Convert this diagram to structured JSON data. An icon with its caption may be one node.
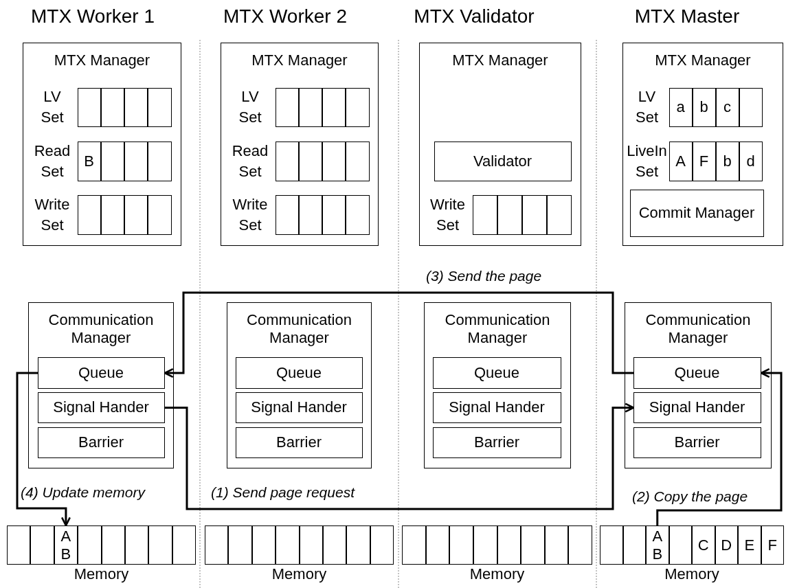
{
  "diagram": {
    "nodes": [
      {
        "text": [
          "MTX Manager"
        ]
      },
      {
        "text": [
          "LV Set"
        ],
        "in": 0
      },
      {
        "text": [],
        "shape": "box",
        "in": 1
      },
      {
        "text": [],
        "shape": "box",
        "in": 1
      },
      {
        "text": [],
        "shape": "box",
        "in": 1
      },
      {
        "text": [],
        "shape": "box",
        "in": 1
      },
      {
        "text": [
          "Read Set"
        ],
        "in": 0
      },
      {
        "text": [
          "B"
        ],
        "in": 6
      },
      {
        "text": [],
        "shape": "box",
        "in": 6
      },
      {
        "text": [],
        "shape": "box",
        "in": 6
      },
      {
        "text": [],
        "shape": "box",
        "in": 6
      },
      {
        "text": [
          "Write Set"
        ],
        "in": 0
      },
      {
        "text": [],
        "shape": "box",
        "in": 11
      },
      {
        "text": [],
        "shape": "box",
        "in": 11
      },
      {
        "text": [],
        "shape": "box",
        "in": 11
      },
      {
        "text": [],
        "shape": "box",
        "in": 11
      },
      {
        "text": [
          "MTX Manager"
        ]
      },
      {
        "text": [
          "LV Set"
        ],
        "in": 16
      },
      {
        "text": [],
        "shape": "box",
        "in": 17
      },
      {
        "text": [],
        "shape": "box",
        "in": 17
      },
      {
        "text": [],
        "shape": "box",
        "in": 17
      },
      {
        "text": [],
        "shape": "box",
        "in": 17
      },
      {
        "text": [
          "Read Set"
        ],
        "in": 16
      },
      {
        "text": [],
        "shape": "box",
        "in": 22
      },
      {
        "text": [],
        "shape": "box",
        "in": 22
      },
      {
        "text": [],
        "shape": "box",
        "in": 22
      },
      {
        "text": [],
        "shape": "box",
        "in": 22
      },
      {
        "text": [
          "Write Set"
        ],
        "in": 16
      },
      {
        "text": [],
        "shape": "box",
        "in": 27
      },
      {
        "text": [],
        "shape": "box",
        "in": 27
      },
      {
        "text": [],
        "shape": "box",
        "in": 27
      },
      {
        "text": [],
        "shape": "box",
        "in": 27
      },
      {
        "text": [
          "MTX Manager"
        ]
      },
      {
        "text": [
          "Validator"
        ],
        "in": 32
      },
      {
        "text": [
          "Write Set"
        ],
        "in": 32
      },
      {
        "text": [],
        "shape": "box",
        "in": 34
      },
      {
        "text": [],
        "shape": "box",
        "in": 34
      },
      {
        "text": [],
        "shape": "box",
        "in": 34
      },
      {
        "text": [],
        "shape": "box",
        "in": 34
      },
      {
        "text": [
          "MTX Manager"
        ]
      },
      {
        "text": [
          "LV Set"
        ],
        "in": 39
      },
      {
        "text": [
          "a"
        ],
        "in": 40
      },
      {
        "text": [
          "b"
        ],
        "in": 40
      },
      {
        "text": [
          "c"
        ],
        "in": 40
      },
      {
        "text": [],
        "shape": "box",
        "in": 40
      },
      {
        "text": [
          "LiveIn Set"
        ],
        "in": 39
      },
      {
        "text": [
          "A"
        ],
        "in": 45
      },
      {
        "text": [
          "F"
        ],
        "in": 45
      },
      {
        "text": [
          "b"
        ],
        "in": 45
      },
      {
        "text": [
          "d"
        ],
        "in": 45
      },
      {
        "text": [
          "Commit Manager"
        ],
        "in": 39
      },
      {
        "text": [
          "Communication Manager"
        ]
      },
      {
        "text": [
          "Queue"
        ],
        "in": 51
      },
      {
        "text": [
          "Signal Hander"
        ],
        "in": 51
      },
      {
        "text": [
          "Barrier"
        ],
        "in": 51
      },
      {
        "text": [
          "Communication Manager"
        ]
      },
      {
        "text": [
          "Queue"
        ],
        "in": 55
      },
      {
        "text": [
          "Signal Hander"
        ],
        "in": 55
      },
      {
        "text": [
          "Barrier"
        ],
        "in": 55
      },
      {
        "text": [
          "Communication Manager"
        ]
      },
      {
        "text": [
          "Queue"
        ],
        "in": 59
      },
      {
        "text": [
          "Signal Hander"
        ],
        "in": 59
      },
      {
        "text": [
          "Barrier"
        ],
        "in": 59
      },
      {
        "text": [
          "Communication Manager"
        ]
      },
      {
        "text": [
          "Queue"
        ],
        "in": 63
      },
      {
        "text": [
          "Signal Hander"
        ],
        "in": 63
      },
      {
        "text": [
          "Barrier"
        ],
        "in": 63
      },
      {
        "text": [
          "Memory"
        ]
      },
      {
        "text": [],
        "shape": "box",
        "in": 67
      },
      {
        "text": [],
        "shape": "box",
        "in": 67
      },
      {
        "text": [
          "A",
          "B"
        ],
        "in": 67
      },
      {
        "text": [],
        "shape": "box",
        "in": 67
      },
      {
        "text": [],
        "shape": "box",
        "in": 67
      },
      {
        "text": [],
        "shape": "box",
        "in": 67
      },
      {
        "text": [],
        "shape": "box",
        "in": 67
      },
      {
        "text": [],
        "shape": "box",
        "in": 67
      },
      {
        "text": [
          "Memory"
        ]
      },
      {
        "text": [],
        "shape": "box",
        "in": 76
      },
      {
        "text": [],
        "shape": "box",
        "in": 76
      },
      {
        "text": [],
        "shape": "box",
        "in": 76
      },
      {
        "text": [],
        "shape": "box",
        "in": 76
      },
      {
        "text": [],
        "shape": "box",
        "in": 76
      },
      {
        "text": [],
        "shape": "box",
        "in": 76
      },
      {
        "text": [],
        "shape": "box",
        "in": 76
      },
      {
        "text": [],
        "shape": "box",
        "in": 76
      },
      {
        "text": [
          "Memory"
        ]
      },
      {
        "text": [],
        "shape": "box",
        "in": 85
      },
      {
        "text": [],
        "shape": "box",
        "in": 85
      },
      {
        "text": [],
        "shape": "box",
        "in": 85
      },
      {
        "text": [],
        "shape": "box",
        "in": 85
      },
      {
        "text": [],
        "shape": "box",
        "in": 85
      },
      {
        "text": [],
        "shape": "box",
        "in": 85
      },
      {
        "text": [],
        "shape": "box",
        "in": 85
      },
      {
        "text": [],
        "shape": "box",
        "in": 85
      },
      {
        "text": [
          "Memory"
        ]
      },
      {
        "text": [],
        "shape": "box",
        "in": 94
      },
      {
        "text": [],
        "shape": "box",
        "in": 94
      },
      {
        "text": [
          "A",
          "B"
        ],
        "in": 94
      },
      {
        "text": [],
        "shape": "box",
        "in": 94
      },
      {
        "text": [
          "C"
        ],
        "in": 94
      },
      {
        "text": [
          "D"
        ],
        "in": 94
      },
      {
        "text": [
          "E"
        ],
        "in": 94
      },
      {
        "text": [
          "F"
        ],
        "in": 94
      }
    ],
    "edges": [
      {
        "from": 53,
        "to": 65,
        "arrow": "to",
        "label": "(1) Send page request"
      },
      {
        "from": 97,
        "to": 64,
        "arrow": "to",
        "label": "(2) Copy the page"
      },
      {
        "from": 64,
        "to": 52,
        "arrow": "to",
        "label": "(3) Send the page"
      },
      {
        "from": 52,
        "to": 70,
        "arrow": "to",
        "label": "(4) Update memory"
      }
    ],
    "labels": [
      "MTX Worker 1",
      "MTX Worker 2",
      "MTX Validator",
      "MTX Master"
    ]
  }
}
